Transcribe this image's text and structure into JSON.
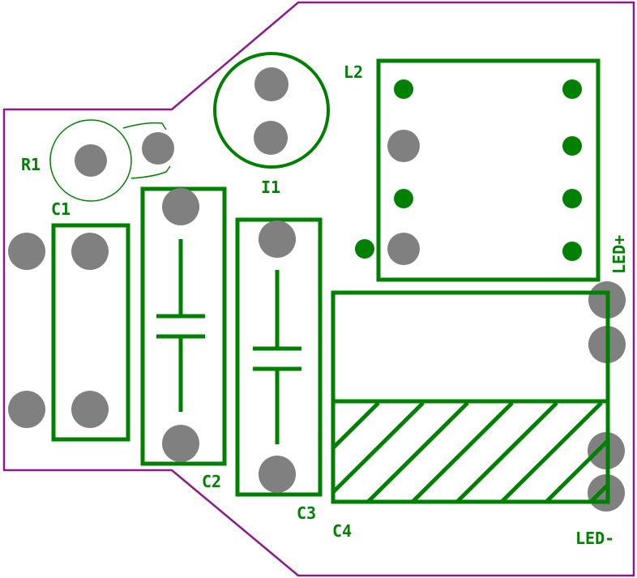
{
  "colors": {
    "silk": "#008000",
    "pad": "#808080",
    "outline": "#8b1a8b"
  },
  "labels": {
    "r1": "R1",
    "i1": "I1",
    "c1": "C1",
    "c2": "C2",
    "c3": "C3",
    "c4": "C4",
    "l2": "L2",
    "led_plus": "LED+",
    "led_minus": "LED-"
  }
}
